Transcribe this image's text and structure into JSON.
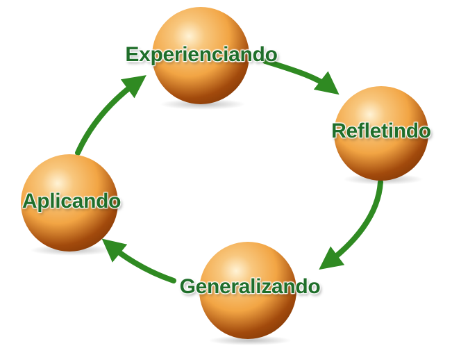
{
  "diagram": {
    "type": "cycle",
    "nodes": [
      {
        "id": "experienciando",
        "label": "Experienciando"
      },
      {
        "id": "refletindo",
        "label": "Refletindo"
      },
      {
        "id": "generalizando",
        "label": "Generalizando"
      },
      {
        "id": "aplicando",
        "label": "Aplicando"
      }
    ],
    "edges": [
      {
        "from": "experienciando",
        "to": "refletindo"
      },
      {
        "from": "refletindo",
        "to": "generalizando"
      },
      {
        "from": "generalizando",
        "to": "aplicando"
      },
      {
        "from": "aplicando",
        "to": "experienciando"
      }
    ],
    "colors": {
      "sphere_highlight": "#fff3d6",
      "sphere_mid": "#f2a544",
      "sphere_dark": "#8a3d08",
      "arrow": "#2f8a22",
      "label": "#1f6e2a"
    }
  }
}
